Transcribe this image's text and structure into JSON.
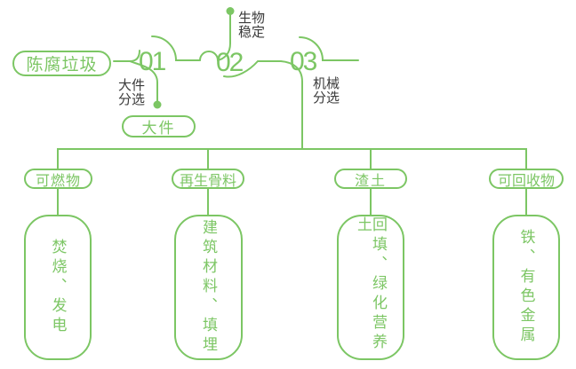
{
  "colors": {
    "green": "#7CC664",
    "label_dark": "#3A3A3A",
    "background": "#FFFFFF"
  },
  "source": {
    "label": "陈腐垃圾"
  },
  "steps": [
    {
      "number": "01",
      "process_lines": [
        "大件",
        "分选"
      ],
      "output": "大件"
    },
    {
      "number": "02",
      "process_lines": [
        "生物",
        "稳定"
      ]
    },
    {
      "number": "03",
      "process_lines": [
        "机械",
        "分选"
      ]
    }
  ],
  "branches": [
    {
      "category": "可燃物",
      "disposal": "焚烧、发电"
    },
    {
      "category": "再生骨料",
      "disposal": "建筑材料、填埋"
    },
    {
      "category": "渣土",
      "disposal": "回填、绿化营养土"
    },
    {
      "category": "可回收物",
      "disposal": "铁、有色金属"
    }
  ]
}
